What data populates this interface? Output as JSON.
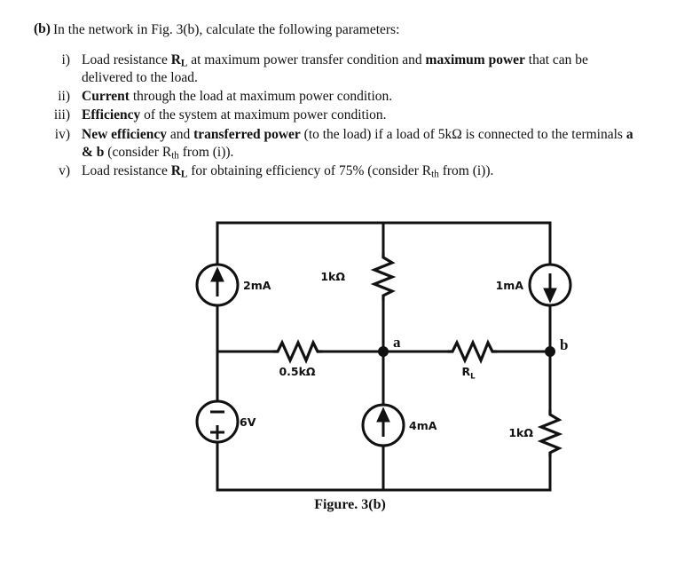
{
  "question": {
    "marker": "(b)",
    "stem": "In the network in Fig. 3(b), calculate the following parameters:",
    "items": [
      {
        "marker": "i)",
        "parts": [
          {
            "t": "Load resistance ",
            "b": false
          },
          {
            "t": "R",
            "b": true,
            "sub": "L"
          },
          {
            "t": " at maximum power transfer condition and ",
            "b": false
          },
          {
            "t": "maximum power",
            "b": true
          },
          {
            "t": " that can be delivered to the load.",
            "b": false
          }
        ]
      },
      {
        "marker": "ii)",
        "parts": [
          {
            "t": "Current",
            "b": true
          },
          {
            "t": " through the load at maximum power condition.",
            "b": false
          }
        ]
      },
      {
        "marker": "iii)",
        "parts": [
          {
            "t": "Efficiency",
            "b": true
          },
          {
            "t": " of the system at maximum power condition.",
            "b": false
          }
        ]
      },
      {
        "marker": "iv)",
        "parts": [
          {
            "t": "New efficiency",
            "b": true
          },
          {
            "t": " and ",
            "b": false
          },
          {
            "t": "transferred power",
            "b": true
          },
          {
            "t": " (to the load) if a load of 5kΩ is connected to the terminals ",
            "b": false
          },
          {
            "t": "a & b",
            "b": true
          },
          {
            "t": " (consider R",
            "b": false,
            "sub_after": "th"
          },
          {
            "t": " from (i)).",
            "b": false
          }
        ]
      },
      {
        "marker": "v)",
        "parts": [
          {
            "t": "Load resistance ",
            "b": false
          },
          {
            "t": "R",
            "b": true,
            "sub": "L"
          },
          {
            "t": " for obtaining efficiency of 75% (consider R",
            "b": false,
            "sub_after": "th"
          },
          {
            "t": " from (i)).",
            "b": false
          }
        ]
      }
    ]
  },
  "figure": {
    "caption": "Figure. 3(b)",
    "labels": {
      "source_2ma": "2mA",
      "source_1ma": "1mA",
      "source_4ma": "4mA",
      "source_6v": "6V",
      "res_1k_top": "1kΩ",
      "res_0p5k": "0.5kΩ",
      "res_rl": "R",
      "res_rl_sub": "L",
      "res_1k_right": "1kΩ",
      "node_a": "a",
      "node_b": "b",
      "plus": "+",
      "minus": "−"
    },
    "colors": {
      "wire": "#111111",
      "background": "#ffffff"
    },
    "components": [
      {
        "name": "current-source-2ma",
        "value": "2mA",
        "direction": "up",
        "position": "left-branch-top"
      },
      {
        "name": "current-source-1ma",
        "value": "1mA",
        "direction": "down",
        "position": "right-branch-top"
      },
      {
        "name": "current-source-4ma",
        "value": "4mA",
        "direction": "up",
        "position": "middle-branch-bottom"
      },
      {
        "name": "voltage-source-6v",
        "value": "6V",
        "polarity": "minus-top-plus-bottom",
        "position": "left-branch-bottom"
      },
      {
        "name": "resistor-1k-top",
        "value": "1kΩ",
        "orientation": "vertical",
        "position": "middle-branch-top"
      },
      {
        "name": "resistor-0.5k",
        "value": "0.5kΩ",
        "orientation": "horizontal",
        "position": "left-to-node-a"
      },
      {
        "name": "resistor-rl",
        "value": "RL",
        "orientation": "horizontal",
        "position": "node-a-to-node-b"
      },
      {
        "name": "resistor-1k-right",
        "value": "1kΩ",
        "orientation": "vertical",
        "position": "right-branch-bottom"
      }
    ]
  }
}
